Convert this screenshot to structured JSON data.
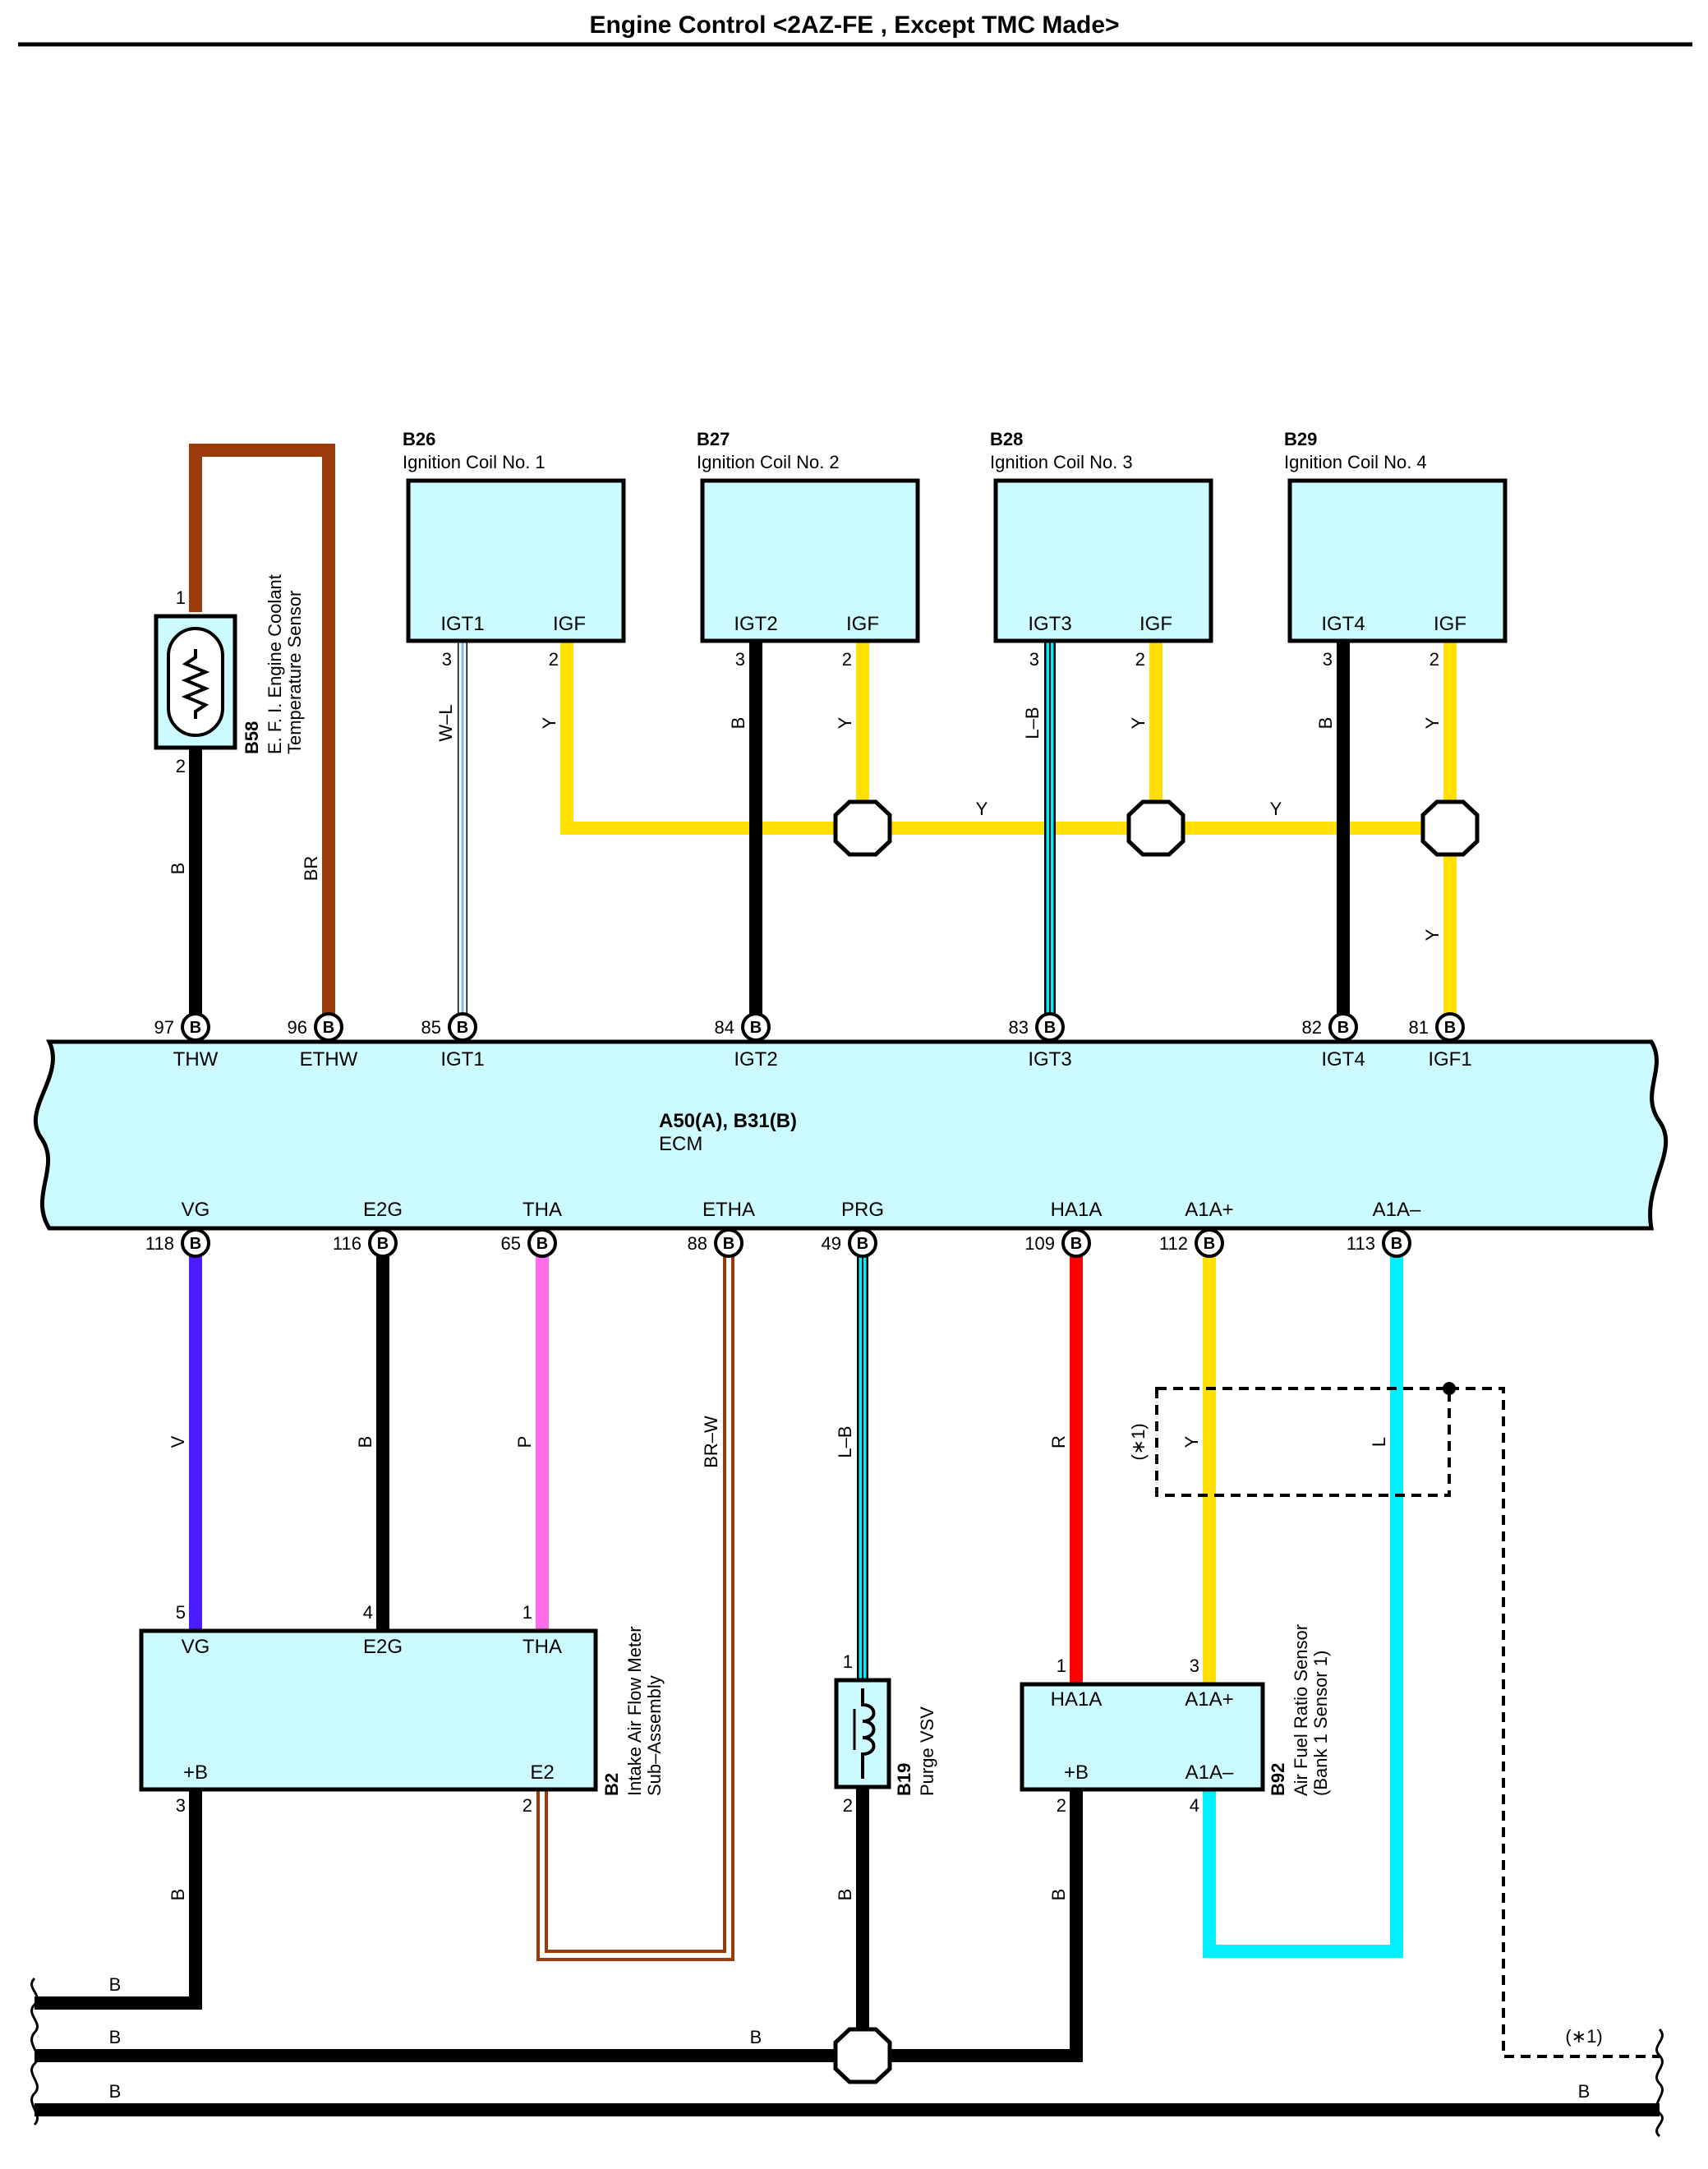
{
  "title": "Engine Control <2AZ-FE , Except TMC Made>",
  "ecm": {
    "id": "A50(A), B31(B)",
    "name": "ECM"
  },
  "ecm_top_pins": [
    {
      "num": "97",
      "conn": "B",
      "signal": "THW"
    },
    {
      "num": "96",
      "conn": "B",
      "signal": "ETHW"
    },
    {
      "num": "85",
      "conn": "B",
      "signal": "IGT1"
    },
    {
      "num": "84",
      "conn": "B",
      "signal": "IGT2"
    },
    {
      "num": "83",
      "conn": "B",
      "signal": "IGT3"
    },
    {
      "num": "82",
      "conn": "B",
      "signal": "IGT4"
    },
    {
      "num": "81",
      "conn": "B",
      "signal": "IGF1"
    }
  ],
  "ecm_bottom_pins": [
    {
      "num": "118",
      "conn": "B",
      "signal": "VG"
    },
    {
      "num": "116",
      "conn": "B",
      "signal": "E2G"
    },
    {
      "num": "65",
      "conn": "B",
      "signal": "THA"
    },
    {
      "num": "88",
      "conn": "B",
      "signal": "ETHA"
    },
    {
      "num": "49",
      "conn": "B",
      "signal": "PRG"
    },
    {
      "num": "109",
      "conn": "B",
      "signal": "HA1A"
    },
    {
      "num": "112",
      "conn": "B",
      "signal": "A1A+"
    },
    {
      "num": "113",
      "conn": "B",
      "signal": "A1A–"
    }
  ],
  "coils": [
    {
      "id": "B26",
      "name": "Ignition Coil No. 1",
      "igt": "IGT1",
      "igf": "IGF",
      "igt_pin": "3",
      "igf_pin": "2",
      "igt_wire": "W–L",
      "igf_wire": "Y"
    },
    {
      "id": "B27",
      "name": "Ignition Coil No. 2",
      "igt": "IGT2",
      "igf": "IGF",
      "igt_pin": "3",
      "igf_pin": "2",
      "igt_wire": "B",
      "igf_wire": "Y"
    },
    {
      "id": "B28",
      "name": "Ignition Coil No. 3",
      "igt": "IGT3",
      "igf": "IGF",
      "igt_pin": "3",
      "igf_pin": "2",
      "igt_wire": "L–B",
      "igf_wire": "Y"
    },
    {
      "id": "B29",
      "name": "Ignition Coil No. 4",
      "igt": "IGT4",
      "igf": "IGF",
      "igt_pin": "3",
      "igf_pin": "2",
      "igt_wire": "B",
      "igf_wire": "Y"
    }
  ],
  "coolant_sensor": {
    "id": "B58",
    "line1": "E. F. I.  Engine Coolant",
    "line2": "Temperature Sensor",
    "pin_top": "1",
    "pin_bottom": "2",
    "wire_sig": "B",
    "wire_ret": "BR"
  },
  "igf_bus": {
    "wire_h1": "Y",
    "wire_h2": "Y",
    "wire_v": "Y"
  },
  "afm": {
    "id": "B2",
    "line1": "Intake Air Flow Meter",
    "line2": "Sub–Assembly",
    "t_vg": "VG",
    "t_e2g": "E2G",
    "t_tha": "THA",
    "t_b": "+B",
    "t_e2": "E2",
    "p_vg": "5",
    "p_e2g": "4",
    "p_tha": "1",
    "p_b": "3",
    "p_e2": "2",
    "w_vg": "V",
    "w_e2g": "B",
    "w_tha": "P",
    "w_etha": "BR–W",
    "w_b": "B"
  },
  "vsv": {
    "id": "B19",
    "name": "Purge VSV",
    "p1": "1",
    "p2": "2",
    "w_prg": "L–B",
    "w_gnd": "B"
  },
  "afs": {
    "id": "B92",
    "line1": "Air Fuel Ratio Sensor",
    "line2": "(Bank 1 Sensor 1)",
    "t_ha": "HA1A",
    "t_ap": "A1A+",
    "t_b": "+B",
    "t_am": "A1A–",
    "p_ha": "1",
    "p_ap": "3",
    "p_b": "2",
    "p_am": "4",
    "w_ha": "R",
    "w_ap": "Y",
    "w_am": "L",
    "w_b": "B"
  },
  "note_mark": "(∗1)",
  "ground_labels": {
    "g1": "B",
    "g2": "B",
    "g2_mid": "B",
    "g3": "B",
    "g3_right": "B"
  },
  "colors": {
    "black": "#000000",
    "brown": "#9b3a0b",
    "yellow": "#ffe000",
    "cyan": "#00f0ff",
    "violet": "#4a1cff",
    "pink": "#ff6ee8",
    "red": "#ff0000",
    "box": "#ccfbff"
  }
}
